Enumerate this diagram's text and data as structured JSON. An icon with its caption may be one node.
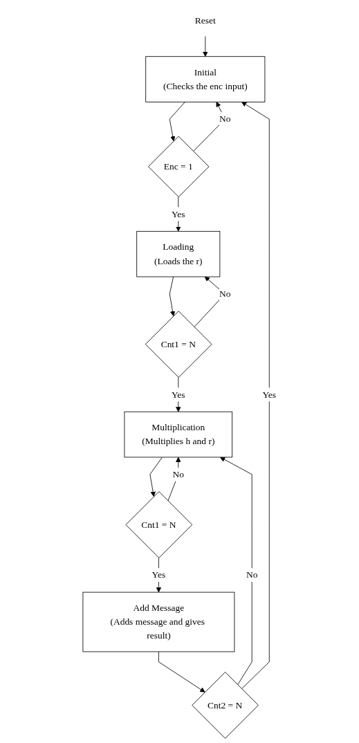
{
  "diagram": {
    "nodes": [
      {
        "text": [
          "Reset"
        ]
      },
      {
        "text": [
          "Initial",
          "(Checks the enc input)"
        ]
      },
      {
        "text": [
          "Enc = 1"
        ]
      },
      {
        "text": [
          "Loading",
          "(Loads the r)"
        ]
      },
      {
        "text": [
          "Cnt1 = N"
        ]
      },
      {
        "text": [
          "Multiplication",
          "(Multiplies h and r)"
        ]
      },
      {
        "text": [
          "Cnt1 = N"
        ]
      },
      {
        "text": [
          "Add Message",
          "(Adds message and gives result)"
        ]
      },
      {
        "text": [
          "Cnt2 = N"
        ]
      }
    ],
    "edges": [
      {
        "from": 0,
        "to": 1,
        "arrow": "to"
      },
      {
        "from": 1,
        "to": 2,
        "arrow": "to"
      },
      {
        "from": 2,
        "to": 1,
        "arrow": "to",
        "label": "No"
      },
      {
        "from": 2,
        "to": 3,
        "arrow": "to",
        "label": "Yes"
      },
      {
        "from": 3,
        "to": 4,
        "arrow": "to"
      },
      {
        "from": 4,
        "to": 3,
        "arrow": "to",
        "label": "No"
      },
      {
        "from": 4,
        "to": 5,
        "arrow": "to",
        "label": "Yes"
      },
      {
        "from": 5,
        "to": 6,
        "arrow": "to"
      },
      {
        "from": 6,
        "to": 5,
        "arrow": "to",
        "label": "No"
      },
      {
        "from": 6,
        "to": 7,
        "arrow": "to",
        "label": "Yes"
      },
      {
        "from": 7,
        "to": 8,
        "arrow": "to"
      },
      {
        "from": 8,
        "to": 5,
        "arrow": "to",
        "label": "No"
      },
      {
        "from": 8,
        "to": 1,
        "arrow": "to",
        "label": "Yes"
      }
    ]
  }
}
